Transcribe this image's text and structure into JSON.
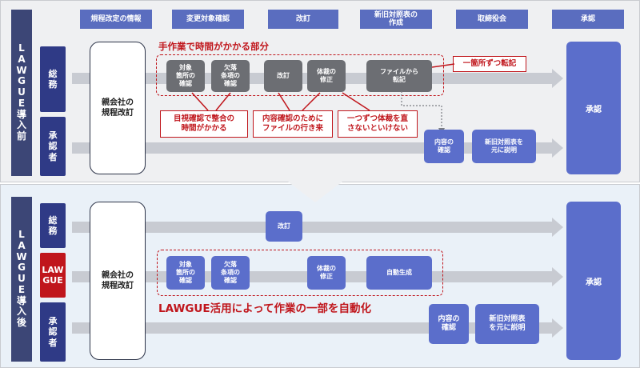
{
  "phases": [
    "規程改定の情報",
    "変更対象確認",
    "改訂",
    "新旧対照表の\n作成",
    "取締役会",
    "承認"
  ],
  "before": {
    "title": [
      "L",
      "A",
      "W",
      "G",
      "U",
      "E",
      "導",
      "入",
      "前"
    ],
    "lanes": {
      "soumu": [
        "総",
        "務"
      ],
      "shoninsha": [
        "承",
        "認",
        "者"
      ]
    },
    "start_box": "親会社の\n規程改訂",
    "dashed_label": "手作業で時間がかかる部分",
    "tasks": {
      "target": "対象\n箇所の\n確認",
      "missing": "欠落\n条項の\n確認",
      "revise": "改訂",
      "format": "体裁の\n修正",
      "transfer": "ファイルから\n転記",
      "content_check": "内容の\n確認",
      "explain": "新旧対照表を\n元に説明"
    },
    "callouts": {
      "per_item": "一箇所ずつ転記",
      "visual_check": "目視確認で整合の\n時間がかかる",
      "file_shuffle": "内容確認のために\nファイルの行き来",
      "fix_format": "一つずつ体裁を直\nさないといけない"
    },
    "approve": "承認"
  },
  "after": {
    "title": [
      "L",
      "A",
      "W",
      "G",
      "U",
      "E",
      "導",
      "入",
      "後"
    ],
    "lanes": {
      "soumu": [
        "総",
        "務"
      ],
      "lawgue": [
        "LAW",
        "GUE"
      ],
      "shoninsha": [
        "承",
        "認",
        "者"
      ]
    },
    "start_box": "親会社の\n規程改訂",
    "tasks": {
      "revise": "改訂",
      "target": "対象\n箇所の\n確認",
      "missing": "欠落\n条項の\n確認",
      "format": "体裁の\n修正",
      "auto": "自動生成",
      "content_check": "内容の\n確認",
      "explain": "新旧対照表\nを元に説明"
    },
    "banner": "LAWGUE活用によって作業の一部を自動化",
    "approve": "承認"
  }
}
